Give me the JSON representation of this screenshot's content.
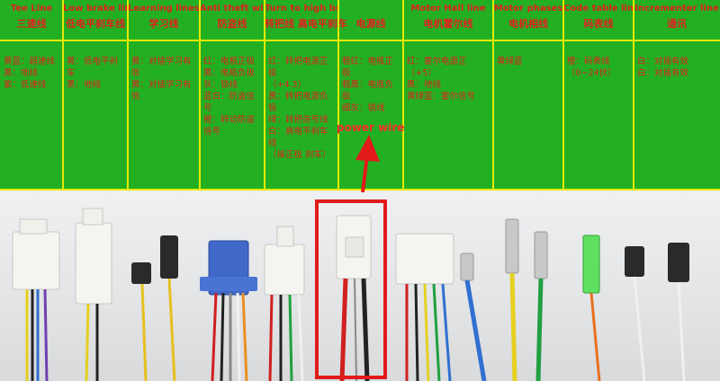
{
  "columns": [
    {
      "en": "Tee Line",
      "cn": "三速线",
      "desc": "黄蓝：超速线\n黑：地线\n紫：低速线"
    },
    {
      "en": "Low brake line",
      "cn": "低电平刹车线",
      "desc": "黄：低电平刹车\n黑：地线"
    },
    {
      "en": "Learning lines",
      "cn": "学习线",
      "desc": "黄：对插学习有效\n黄：对插学习有效"
    },
    {
      "en": "Anti theft wire",
      "cn": "防盗线",
      "desc": "红：电瓶正极\n黑：电瓶负极\n灰：锁线\n蓝白：防盗信号\n橙：转动防盗信号"
    },
    {
      "en": "Turn to high brake line",
      "cn": "转把线 高电平刹车",
      "desc": "红：转把电源正极\n（+4.3）\n黑：转把电源负极\n绿：转把信号线\n白：高电平刹车线\n（接正极 刹车）"
    },
    {
      "en": "",
      "cn": "电源线",
      "desc": "粗红：电瓶正极\n粗黑：电瓶负极\n细灰：锁线"
    },
    {
      "en": "Motor Hall line",
      "cn": "电机霍尔线",
      "desc": "红：霍尔电源正（+5）\n黑：地线\n黄绿蓝：霍尔信号"
    },
    {
      "en": "Motor phases",
      "cn": "电机相线",
      "desc": "黄绿蓝"
    },
    {
      "en": "Code table line",
      "cn": "码表线",
      "desc": "橙：码表线\n（0~24伏）"
    },
    {
      "en": "Incrementer line",
      "cn": "通讯",
      "desc": "白：对插有效\n白：对插有效"
    }
  ],
  "callout": {
    "label": "power wire"
  },
  "colors": {
    "board": "#22b022",
    "grid": "#e8e800",
    "text": "#e02020",
    "callout": "#e21a1a"
  }
}
